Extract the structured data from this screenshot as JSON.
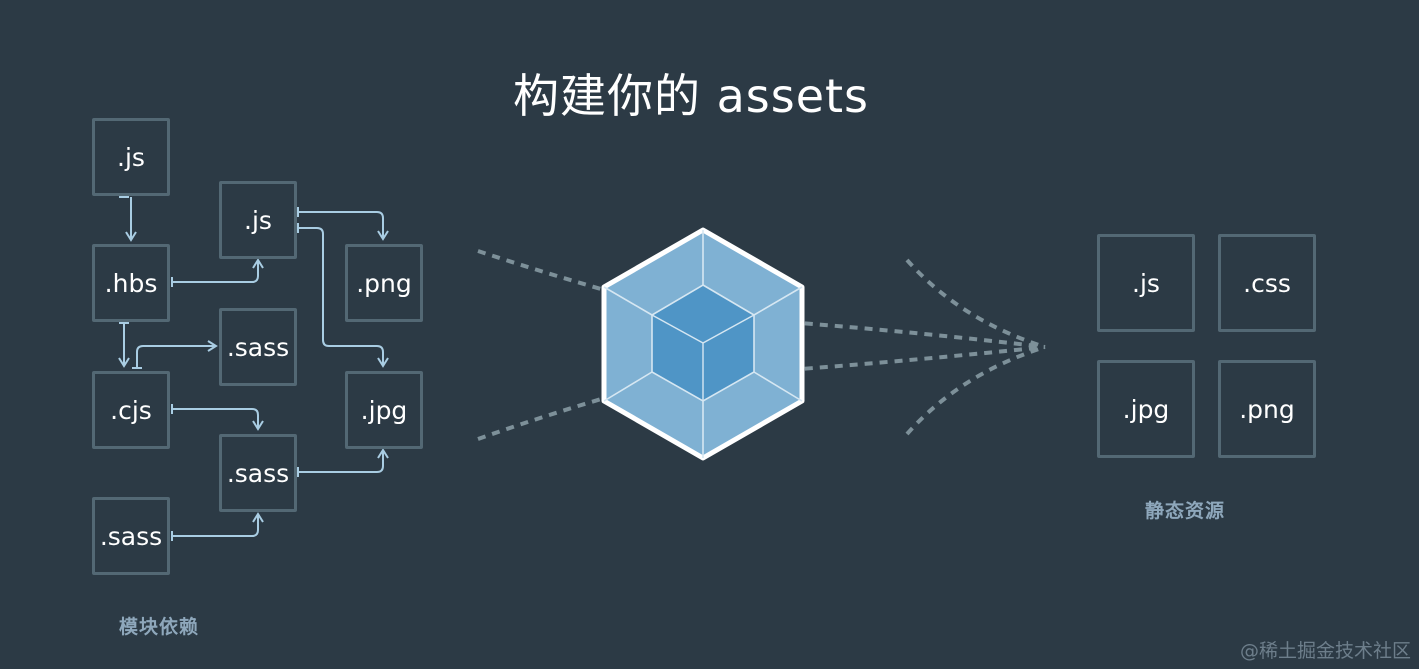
{
  "title": "构建你的 assets",
  "modules": {
    "caption": "模块依赖",
    "items": {
      "js1": ".js",
      "hbs": ".hbs",
      "cjs": ".cjs",
      "sass_bottom": ".sass",
      "js2": ".js",
      "sass_mid": ".sass",
      "sass_low": ".sass",
      "png": ".png",
      "jpg": ".jpg"
    }
  },
  "assets": {
    "caption": "静态资源",
    "items": {
      "js": ".js",
      "css": ".css",
      "jpg": ".jpg",
      "png": ".png"
    }
  },
  "watermark": "@稀土掘金技术社区",
  "colors": {
    "background": "#2c3a45",
    "box_border": "#536874",
    "arrow": "#a9cde3",
    "cube_outer": "#7fb1d3",
    "cube_inner": "#4f95c6",
    "caption": "#8ea7bb"
  },
  "icons": {
    "logo": "webpack-cube-icon"
  }
}
